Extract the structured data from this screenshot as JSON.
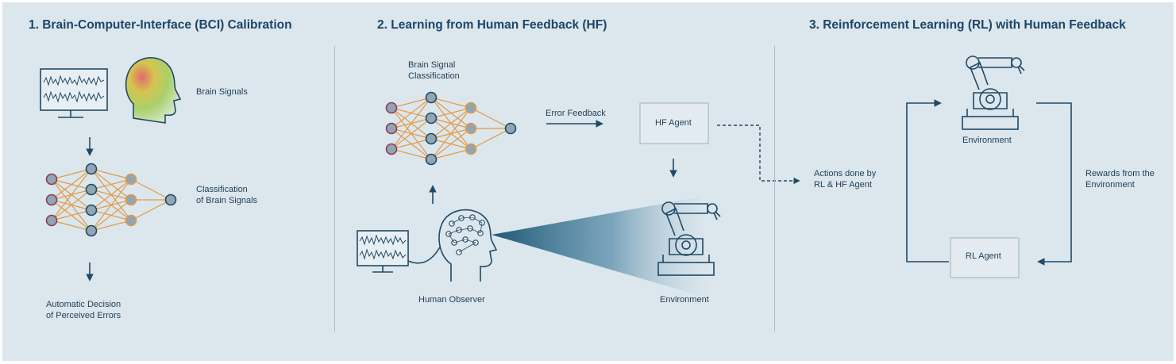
{
  "sections": [
    {
      "title": "1. Brain-Computer-Interface (BCI) Calibration"
    },
    {
      "title": "2. Learning from Human Feedback (HF)"
    },
    {
      "title": "3. Reinforcement Learning (RL) with Human Feedback"
    }
  ],
  "section1": {
    "brain_signals": "Brain Signals",
    "classification": [
      "Classification",
      "of Brain Signals"
    ],
    "decision": [
      "Automatic Decision",
      "of Perceived Errors"
    ]
  },
  "section2": {
    "brain_signal_classification": [
      "Brain Signal",
      "Classification"
    ],
    "error_feedback": "Error Feedback",
    "hf_agent": "HF Agent",
    "human_observer": "Human Observer",
    "environment": "Environment"
  },
  "section3": {
    "actions": [
      "Actions done by",
      "RL & HF Agent"
    ],
    "environment": "Environment",
    "rewards": [
      "Rewards from the",
      "Environment"
    ],
    "rl_agent": "RL Agent"
  },
  "colors": {
    "background": "#dce6ed",
    "title": "#1b4667",
    "line": "#1f4a66",
    "node_fill": "#90a6b5",
    "input_node_border": "#8e3b55",
    "mid_node_border": "#e39a45",
    "connection": "#e39a45"
  },
  "icons": [
    "monitor-icon",
    "head-heatmap-icon",
    "eeg-head-icon",
    "robot-arm-icon"
  ]
}
